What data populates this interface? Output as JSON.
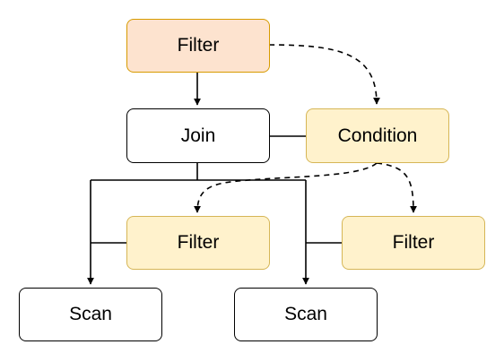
{
  "colors": {
    "edge": "#000000",
    "orange_fill": "#fde3cf",
    "orange_stroke": "#d79b00",
    "yellow_fill": "#fff2cc",
    "yellow_stroke": "#d6b656",
    "plain_fill": "#ffffff",
    "plain_stroke": "#000000"
  },
  "nodes": {
    "top_filter": {
      "label": "Filter"
    },
    "join": {
      "label": "Join"
    },
    "condition": {
      "label": "Condition"
    },
    "left_filter": {
      "label": "Filter"
    },
    "right_filter": {
      "label": "Filter"
    },
    "left_scan": {
      "label": "Scan"
    },
    "right_scan": {
      "label": "Scan"
    }
  }
}
